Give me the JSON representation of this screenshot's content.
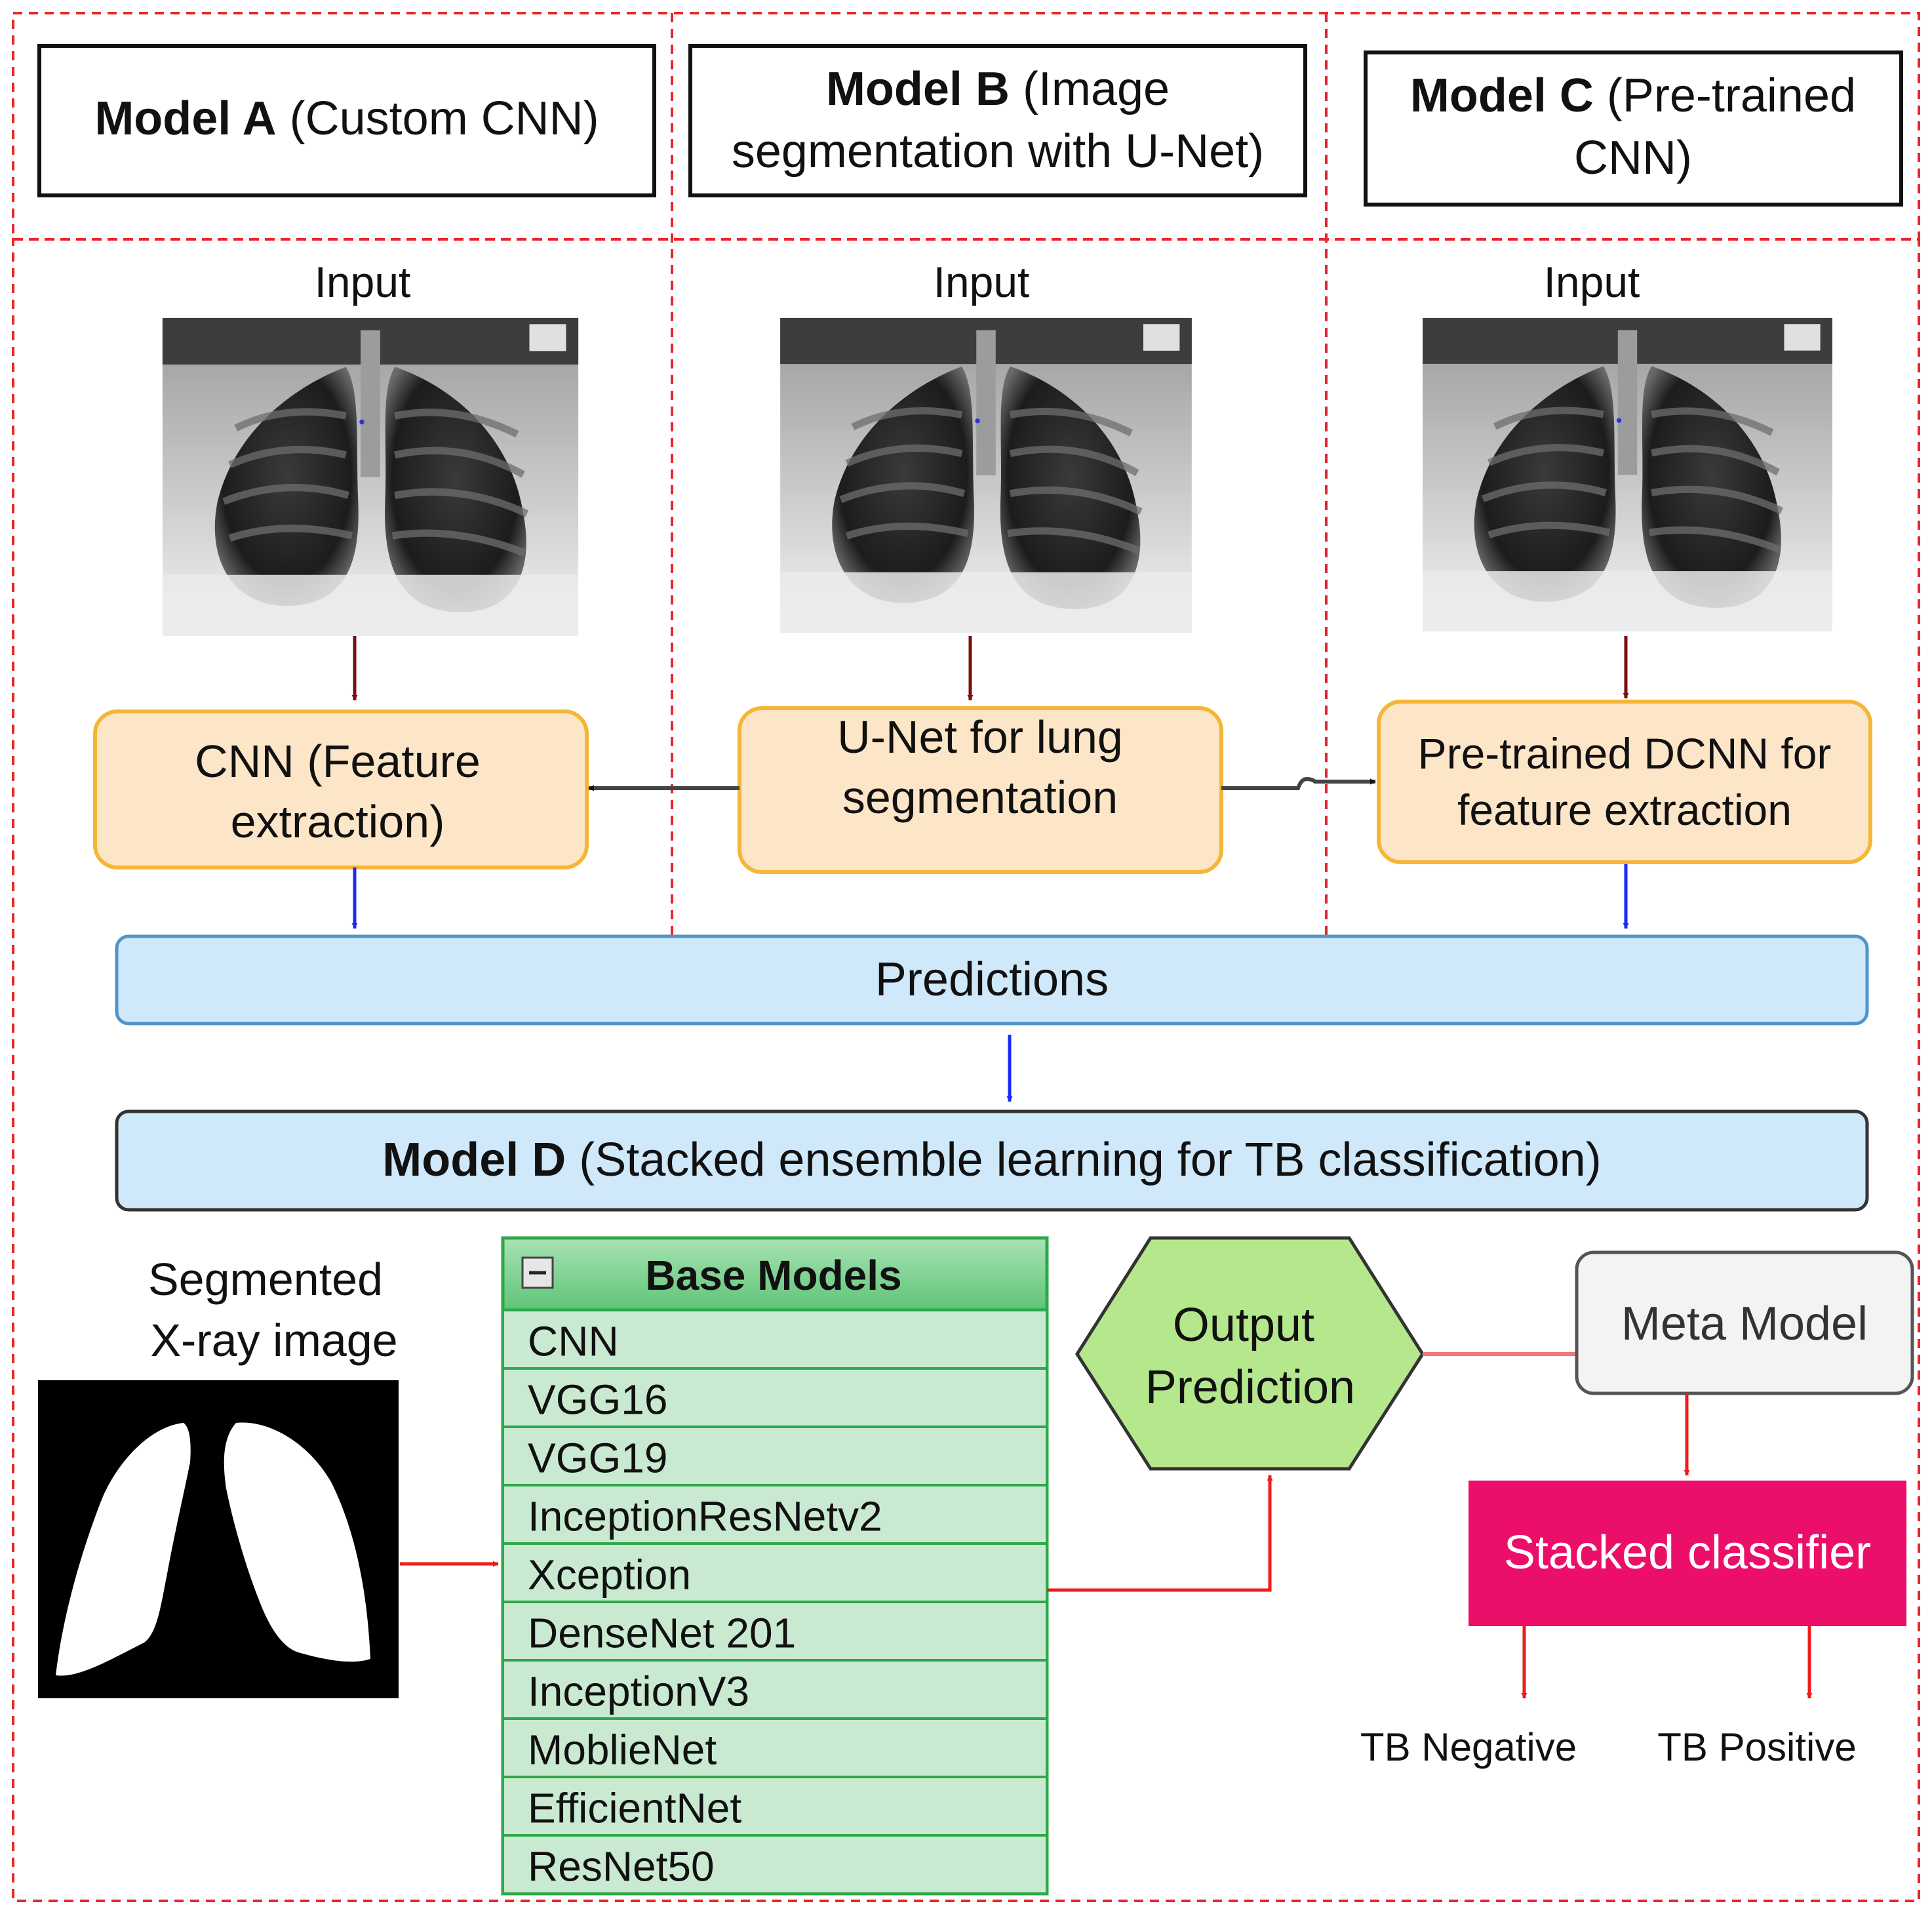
{
  "models": {
    "a": {
      "bold": "Model A",
      "rest": " (Custom CNN)"
    },
    "b": {
      "bold": "Model B",
      "rest1": " (Image",
      "line2": "segmentation with U-Net)"
    },
    "c": {
      "bold": "Model C",
      "rest1": " (Pre-trained",
      "line2": "CNN)"
    },
    "d": {
      "bold": "Model D",
      "rest": " (Stacked ensemble learning for  TB classification)"
    }
  },
  "input_label": "Input",
  "nodes": {
    "cnn": [
      "CNN (Feature",
      "extraction)"
    ],
    "unet": [
      "U-Net for lung",
      "segmentation"
    ],
    "dcnn": [
      "Pre-trained DCNN for",
      "feature extraction"
    ],
    "predictions": "Predictions",
    "output": [
      "Output",
      "Prediction"
    ],
    "meta": "Meta Model",
    "stacked": "Stacked classifier",
    "tb_negative": "TB Negative",
    "tb_positive": "TB Positive"
  },
  "segmented_label": [
    "Segmented",
    "X-ray image"
  ],
  "base_models": {
    "title": "Base Models",
    "collapse_symbol": "−",
    "items": [
      "CNN",
      "VGG16",
      "VGG19",
      "InceptionResNetv2",
      "Xception",
      "DenseNet 201",
      "InceptionV3",
      "MoblieNet",
      "EfficientNet",
      "ResNet50"
    ]
  },
  "colors": {
    "dashed_border": "#e8262b",
    "orange_fill": "#fde6c8",
    "orange_stroke": "#f5b638",
    "blue_fill": "#cfe8fa",
    "blue_stroke": "#4f95c8",
    "green_fill": "#c9ead1",
    "green_stroke": "#2ea84a",
    "hexagon_fill": "#b5e88c",
    "stacked_fill": "#ec0f6a",
    "dark_red_arrow": "#7a1010",
    "blue_arrow": "#1a2bf5",
    "red_arrow": "#ee1c1c"
  }
}
